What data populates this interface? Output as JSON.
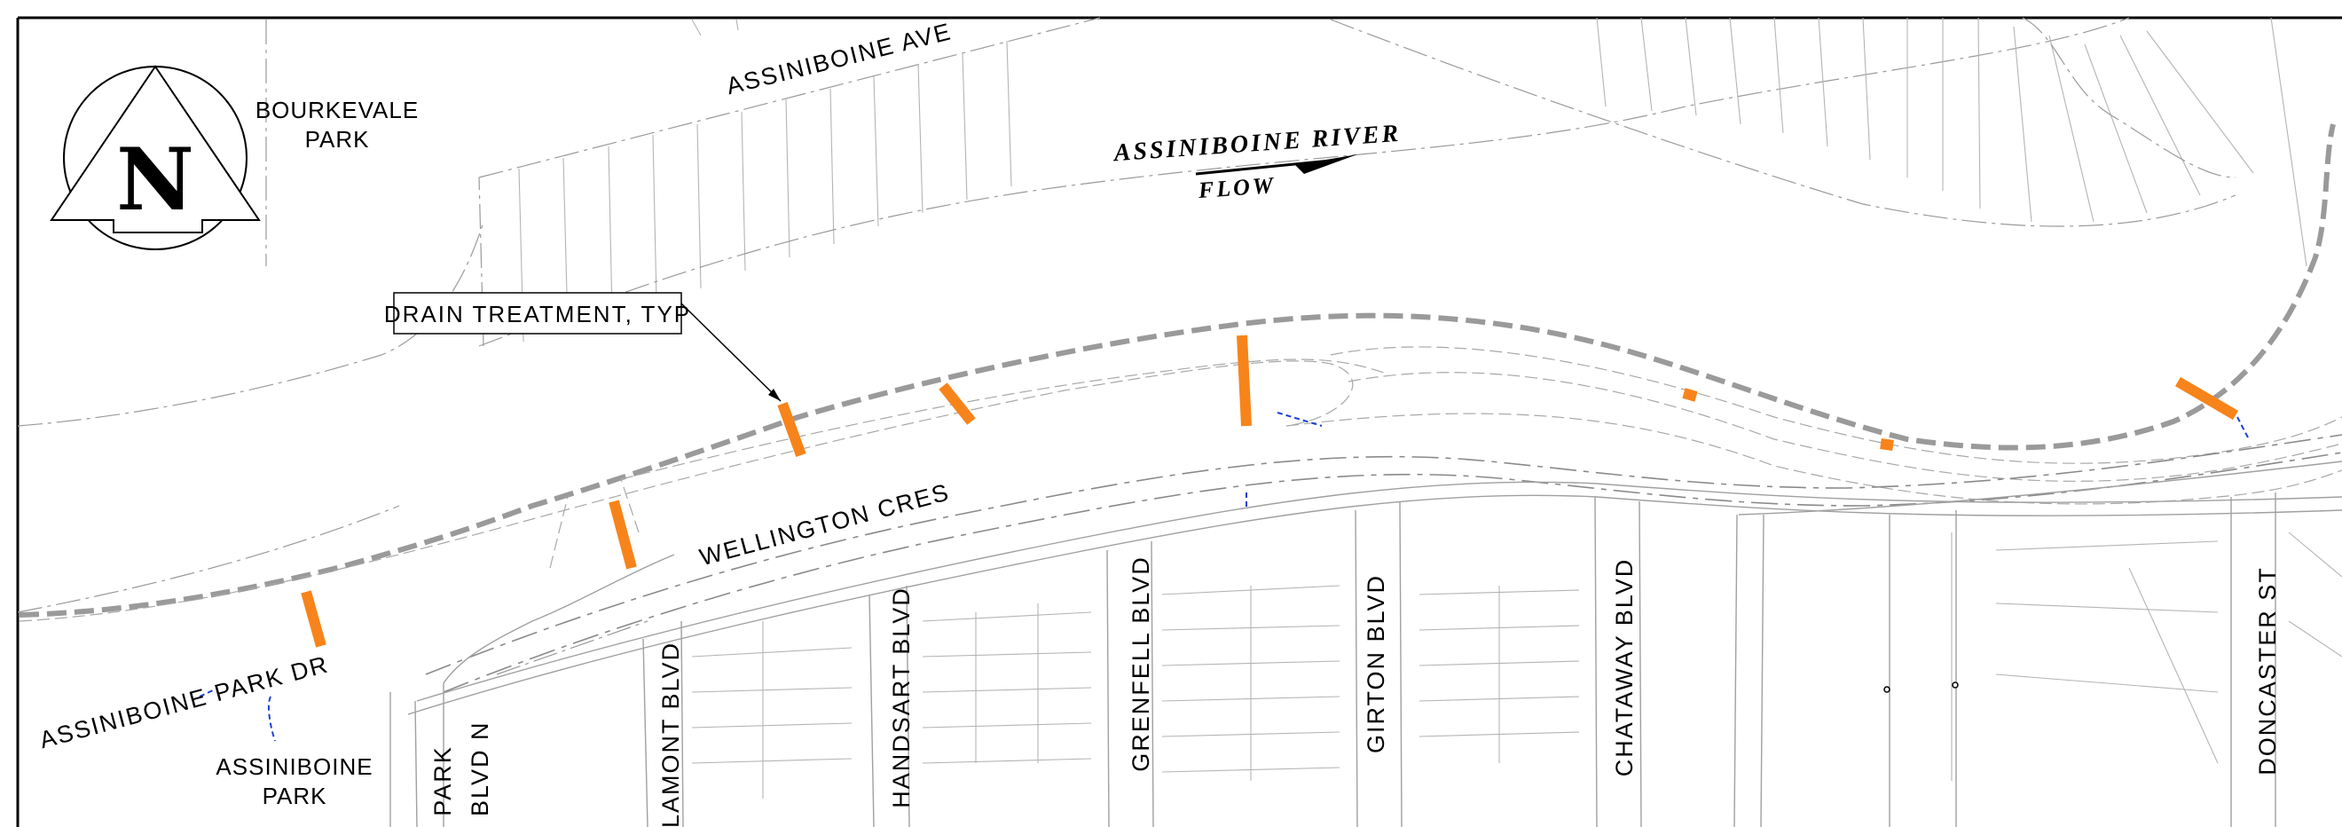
{
  "streets": {
    "assiniboine_ave": "ASSINIBOINE AVE",
    "wellington_cres": "WELLINGTON CRES",
    "assiniboine_park_dr": "ASSINIBOINE PARK DR",
    "park_blvd_line1": "PARK",
    "park_blvd_line2": "BLVD N",
    "lamont_blvd": "LAMONT BLVD",
    "handsart_blvd": "HANDSART BLVD",
    "grenfell_blvd": "GRENFELL BLVD",
    "girton_blvd": "GIRTON BLVD",
    "chataway_blvd": "CHATAWAY BLVD",
    "doncaster_st": "DONCASTER ST"
  },
  "parks": {
    "bourkevale_line1": "BOURKEVALE",
    "bourkevale_line2": "PARK",
    "assiniboine_line1": "ASSINIBOINE",
    "assiniboine_line2": "PARK"
  },
  "river": {
    "name": "ASSINIBOINE RIVER",
    "flow_label": "FLOW"
  },
  "north_arrow": {
    "letter": "N"
  },
  "callout": {
    "text": "DRAIN TREATMENT, TYP"
  },
  "colors": {
    "drain_treatment": "#f7841a",
    "linework": "#9a9a9a",
    "blue_pipe": "#1a3fd6",
    "frame": "#000000"
  }
}
